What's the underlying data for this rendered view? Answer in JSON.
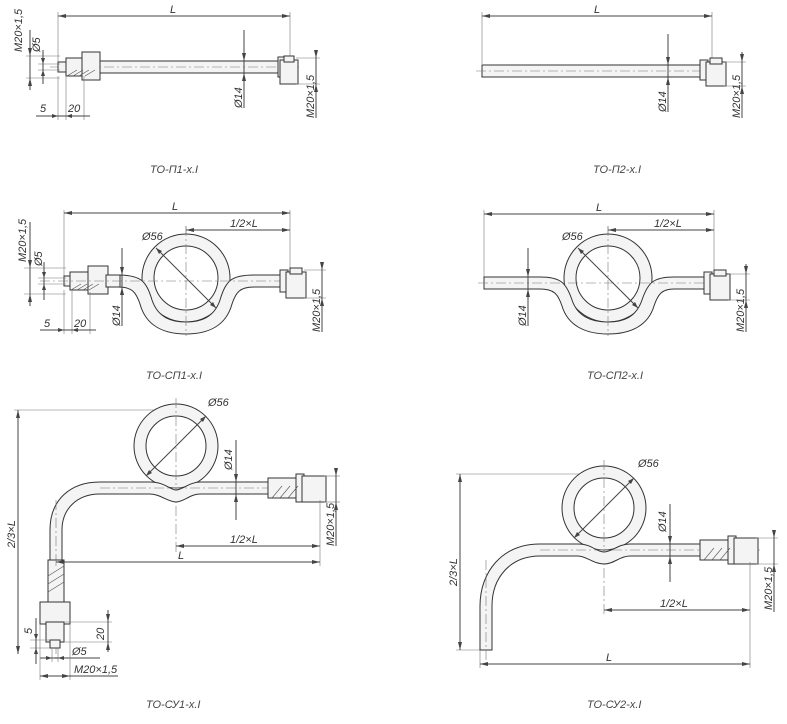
{
  "colors": {
    "line": "#444444",
    "text": "#333333",
    "background": "#ffffff"
  },
  "variants": {
    "p1": {
      "caption": "ТО-П1-х.I"
    },
    "p2": {
      "caption": "ТО-П2-х.I"
    },
    "sp1": {
      "caption": "ТО-СП1-х.I"
    },
    "sp2": {
      "caption": "ТО-СП2-х.I"
    },
    "su1": {
      "caption": "ТО-СУ1-х.I"
    },
    "su2": {
      "caption": "ТО-СУ2-х.I"
    }
  },
  "dims": {
    "L": "L",
    "half_L": "1/2×L",
    "two_thirds_L": "2/3×L",
    "thread": "M20×1,5",
    "d5": "Ø5",
    "d14": "Ø14",
    "d56": "Ø56",
    "five": "5",
    "twenty": "20"
  }
}
